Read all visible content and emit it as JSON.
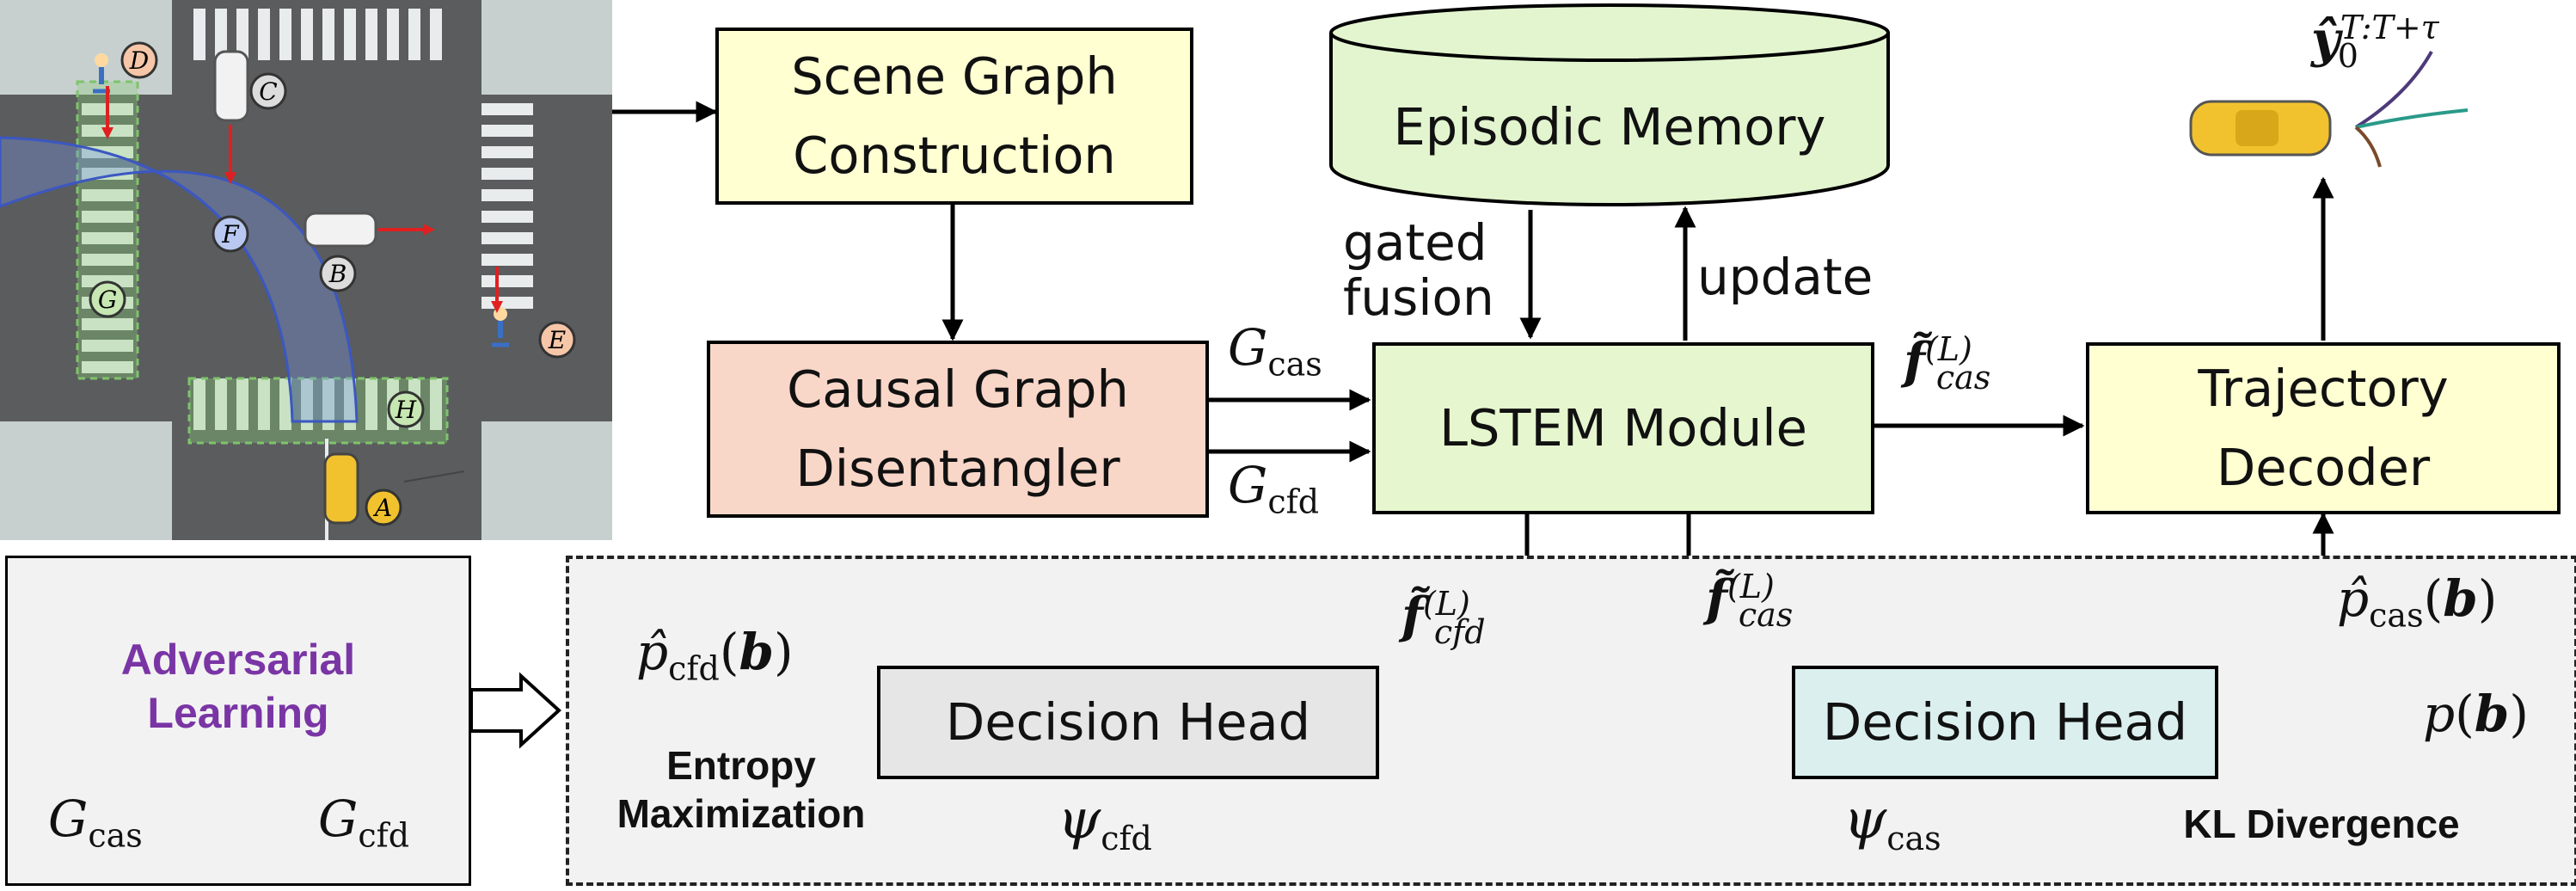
{
  "colors": {
    "scene_graph": "#ffffd2",
    "causal": "#f8d6c8",
    "lstem": "#e6f6cf",
    "memory": "#e3f5cf",
    "trajectory": "#ffffd2",
    "decision_cfd": "#e6e6e6",
    "decision_cas": "#dcefef",
    "adversarial_panel": "#f2f2f2",
    "adversarial_text": "#7a35a5",
    "scene_markers": {
      "D": "#f6c6a8",
      "C": "#dcdcdc",
      "F": "#b8c8f0",
      "B": "#dcdcdc",
      "G": "#c6e6b2",
      "E": "#f6c6a8",
      "H": "#c6e6b2",
      "A": "#f2c22e"
    }
  },
  "scene": {
    "markers": [
      "D",
      "C",
      "F",
      "B",
      "G",
      "E",
      "H",
      "A"
    ]
  },
  "boxes": {
    "scene_graph": [
      "Scene Graph",
      "Construction"
    ],
    "episodic_memory": "Episodic Memory",
    "causal": [
      "Causal Graph",
      "Disentangler"
    ],
    "lstem": "LSTEM Module",
    "trajectory": [
      "Trajectory",
      "Decoder"
    ],
    "decision_cfd": "Decision Head",
    "decision_cas": "Decision Head",
    "adversarial": [
      "Adversarial",
      "Learning"
    ]
  },
  "labels": {
    "gated_fusion": [
      "gated",
      "fusion"
    ],
    "update": "update",
    "entropy": [
      "Entropy",
      "Maximization"
    ],
    "kl": "KL Divergence"
  },
  "math": {
    "G": "G",
    "cas": "cas",
    "cfd": "cfd",
    "f_tilde": "f̃",
    "L_sup": "(L)",
    "cas_it": "cas",
    "cfd_it": "cfd",
    "p_hat": "p̂",
    "p": "p",
    "b": "b",
    "psi": "ψ",
    "y_hat": "ŷ",
    "zero": "0",
    "y_sup": "T:T+τ",
    "lparen": "(",
    "rparen": ")"
  }
}
